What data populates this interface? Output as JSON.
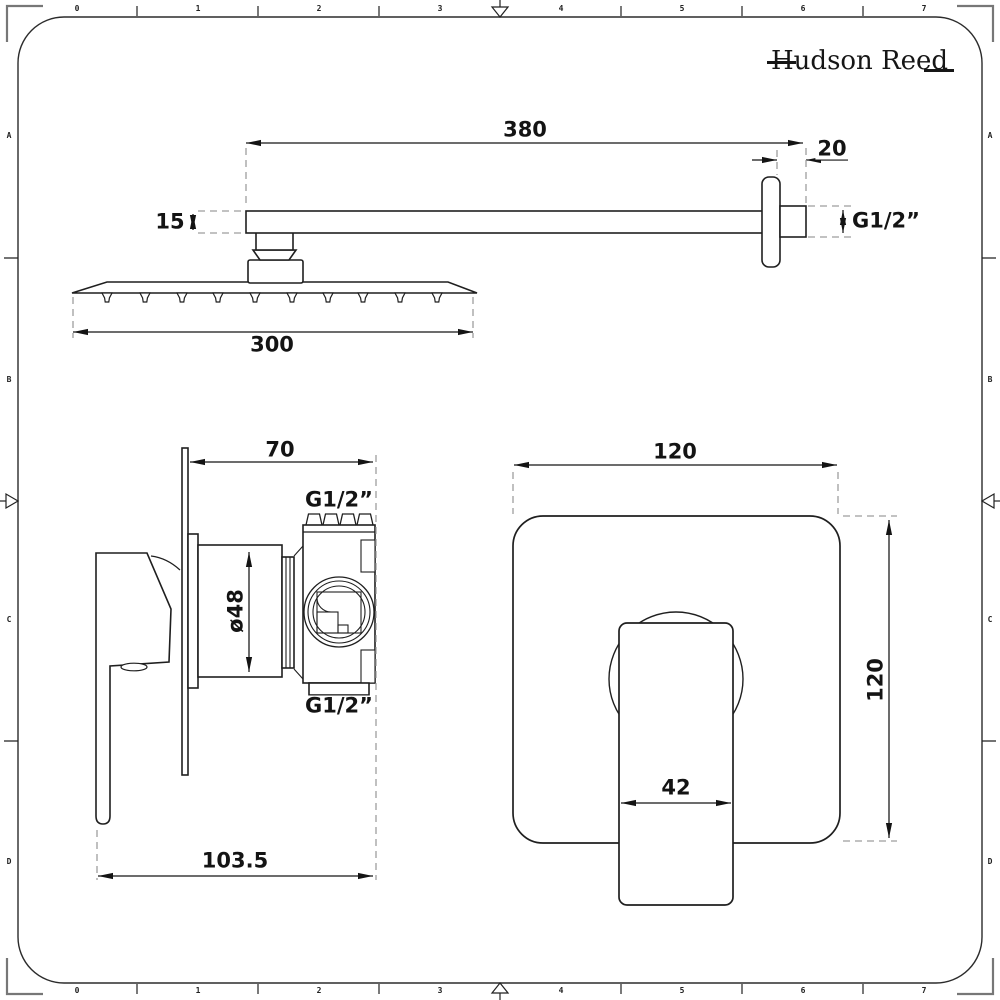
{
  "brand": {
    "name": "Hudson Reed"
  },
  "border_ruler": {
    "top_numbers": [
      "0",
      "1",
      "2",
      "3",
      "4",
      "5",
      "6",
      "7"
    ],
    "bottom_numbers": [
      "0",
      "1",
      "2",
      "3",
      "4",
      "5",
      "6",
      "7"
    ],
    "left_letters": [
      "A",
      "B",
      "C",
      "D"
    ],
    "right_letters": [
      "A",
      "B",
      "C",
      "D"
    ]
  },
  "shower_head_view": {
    "arm_length": "380",
    "wall_clearance": "20",
    "arm_thickness": "15",
    "arm_thread": "G1/2”",
    "head_width": "300"
  },
  "valve_side_view": {
    "depth_to_plate": "70",
    "top_thread": "G1/2”",
    "body_diameter": "ø48",
    "bottom_thread": "G1/2”",
    "overall_depth": "103.5"
  },
  "valve_front_view": {
    "plate_width": "120",
    "plate_height": "120",
    "handle_width": "42"
  },
  "colors": {
    "line": "#1f1f1f",
    "dimension": "#141414",
    "dashed": "#9e9e9e",
    "background": "#ffffff"
  }
}
